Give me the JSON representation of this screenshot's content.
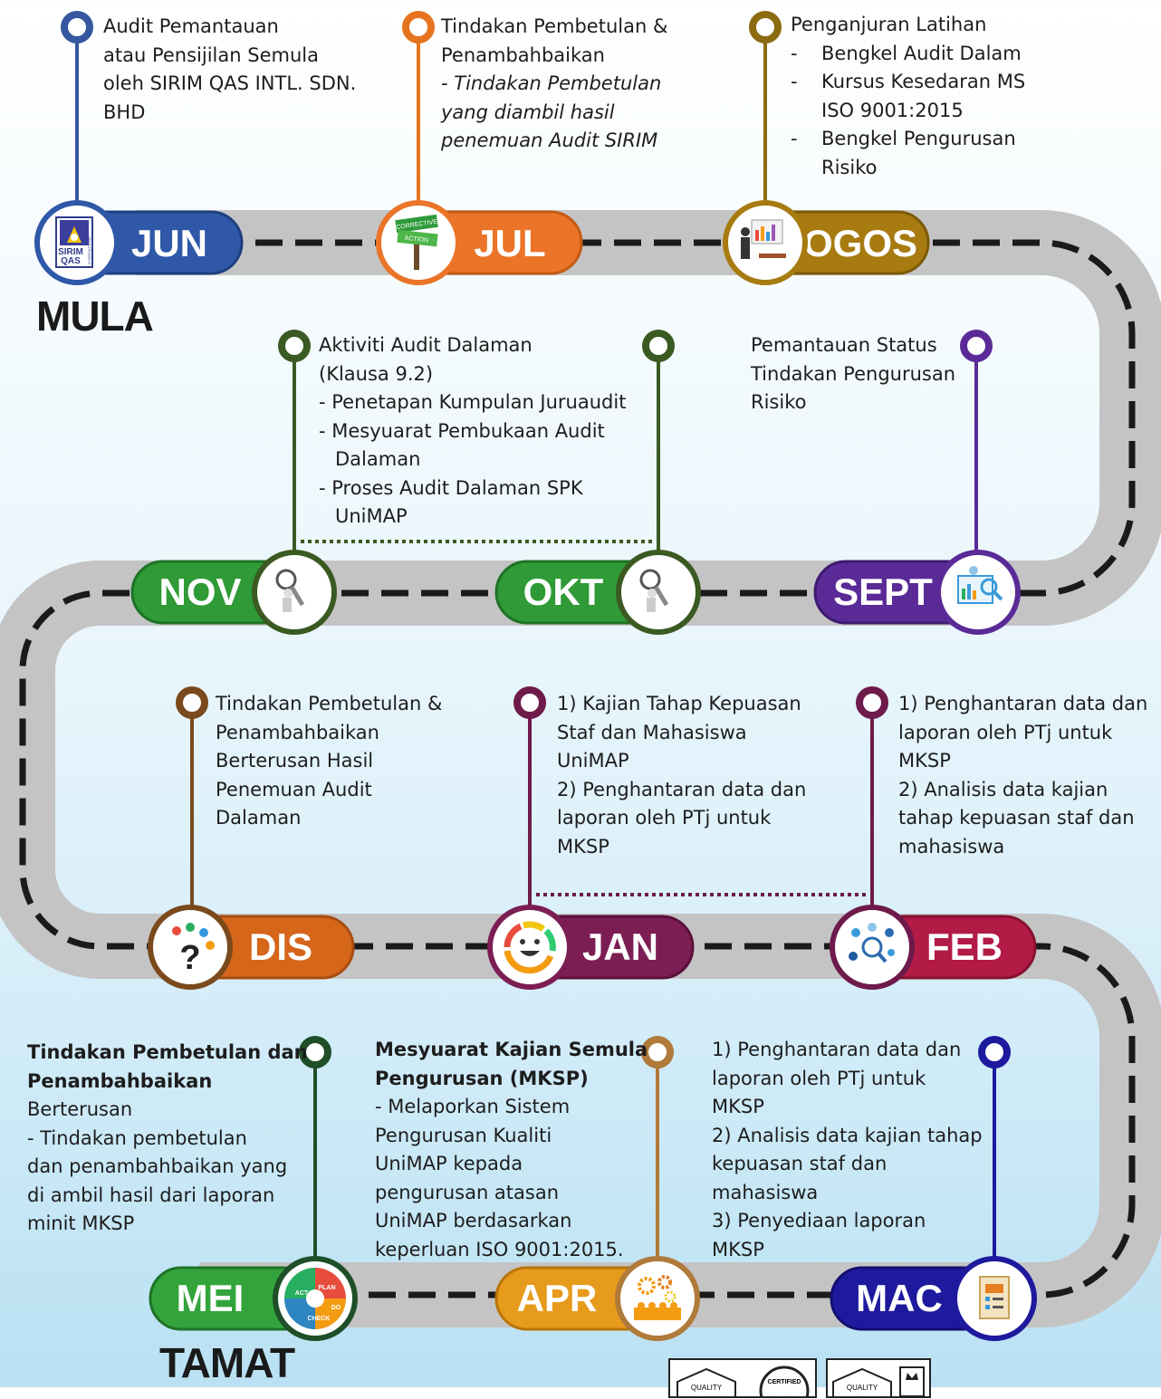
{
  "labels": {
    "start": "MULA",
    "end": "TAMAT"
  },
  "months": {
    "jun": "JUN",
    "jul": "JUL",
    "ogos": "OGOS",
    "sept": "SEPT",
    "okt": "OKT",
    "nov": "NOV",
    "dis": "DIS",
    "jan": "JAN",
    "feb": "FEB",
    "mac": "MAC",
    "apr": "APR",
    "mei": "MEI"
  },
  "icon_labels": {
    "sirim_line1": "SIRIM",
    "sirim_line2": "QAS",
    "sirim_side": "INTERNATIONAL",
    "corrective": "CORRECTIVE",
    "action": "ACTION",
    "cycle_plan": "PLAN",
    "cycle_do": "DO",
    "cycle_act": "ACT",
    "cycle_check": "CHECK",
    "quality": "QUALITY",
    "certified": "CERTIFIED"
  },
  "colors": {
    "road": "#bfbfbf",
    "jun": "#2f58a8",
    "jul": "#ea7428",
    "ogos": "#a77b10",
    "sept": "#5a2a96",
    "okt": "#2f9a36",
    "nov": "#2f9a36",
    "dis": "#d5661a",
    "jan": "#7c1e54",
    "feb": "#b21b46",
    "mac": "#1d1a9e",
    "apr": "#e79b1c",
    "mei": "#33a43c"
  },
  "notes": {
    "jun": [
      "Audit Pemantauan",
      "atau Pensijilan Semula",
      "oleh SIRIM QAS INTL. SDN.",
      "BHD"
    ],
    "jul": {
      "lines": [
        "Tindakan Pembetulan &",
        "Penambahbaikan"
      ],
      "italic": [
        "- Tindakan Pembetulan",
        "yang diambil hasil",
        "penemuan Audit SIRIM"
      ]
    },
    "ogos": {
      "title": "Penganjuran Latihan",
      "items": [
        [
          "-",
          "Bengkel Audit Dalam"
        ],
        [
          "-",
          "Kursus Kesedaran MS"
        ],
        [
          "",
          "ISO 9001:2015"
        ],
        [
          "-",
          "Bengkel Pengurusan"
        ],
        [
          "",
          "Risiko"
        ]
      ]
    },
    "okt_nov": {
      "lines": [
        "Aktiviti Audit Dalaman",
        "(Klausa 9.2)"
      ],
      "items": [
        "- Penetapan Kumpulan Juruaudit",
        "- Mesyuarat Pembukaan Audit"
      ],
      "cont1": "Dalaman",
      "item3": "- Proses Audit Dalaman SPK",
      "cont2": "UniMAP"
    },
    "sept": [
      "Pemantauan Status",
      "Tindakan Pengurusan",
      "Risiko"
    ],
    "dis": [
      "Tindakan Pembetulan &",
      "Penambahbaikan",
      "Berterusan Hasil",
      "Penemuan Audit",
      "Dalaman"
    ],
    "jan": [
      "1) Kajian Tahap Kepuasan",
      "Staf dan Mahasiswa",
      "UniMAP",
      "2) Penghantaran data dan",
      "laporan oleh PTj untuk",
      "MKSP"
    ],
    "feb": [
      "1) Penghantaran data dan",
      "laporan oleh PTj untuk",
      "MKSP",
      "2) Analisis data kajian",
      "tahap kepuasan staf dan",
      "mahasiswa"
    ],
    "mei": {
      "bold": [
        "Tindakan Pembetulan dan",
        "Penambahbaikan"
      ],
      "lines": [
        "Berterusan",
        "- Tindakan pembetulan",
        "dan penambahbaikan yang",
        "di ambil hasil dari laporan",
        "minit MKSP"
      ]
    },
    "apr": {
      "bold": [
        "Mesyuarat Kajian Semula",
        "Pengurusan (MKSP)"
      ],
      "lines": [
        "- Melaporkan Sistem",
        "Pengurusan Kualiti",
        "UniMAP kepada",
        "pengurusan atasan",
        "UniMAP berdasarkan",
        "keperluan ISO 9001:2015."
      ]
    },
    "mac": [
      "1) Penghantaran data dan",
      "laporan oleh PTj untuk",
      "MKSP",
      "2) Analisis data kajian tahap",
      "kepuasan staf dan",
      "mahasiswa",
      "3) Penyediaan laporan",
      "MKSP"
    ]
  }
}
